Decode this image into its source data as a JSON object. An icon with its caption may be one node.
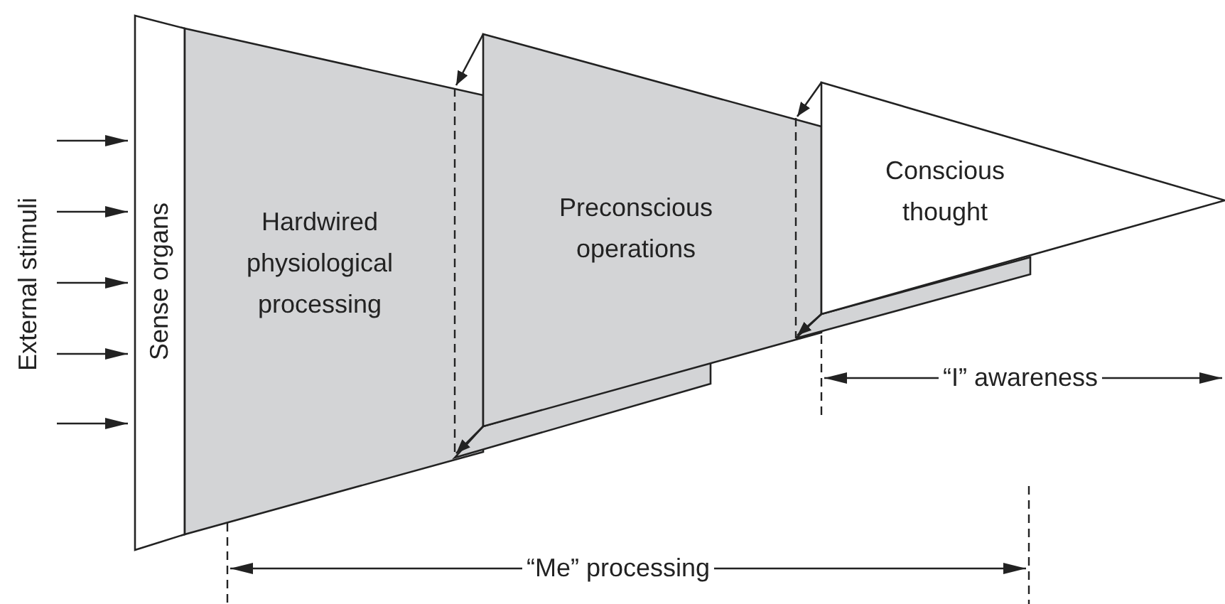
{
  "diagram": {
    "nodes": [
      {
        "text": [
          "Sense organs"
        ]
      },
      {
        "text": [
          "Hardwired physiological processing"
        ]
      },
      {
        "text": [
          "Preconscious operations"
        ]
      },
      {
        "text": [
          "Conscious thought"
        ]
      }
    ],
    "edges": [
      {
        "from": null,
        "to": 0,
        "arrow": "to"
      },
      {
        "from": null,
        "to": 0,
        "arrow": "to"
      },
      {
        "from": null,
        "to": 0,
        "arrow": "to"
      },
      {
        "from": null,
        "to": 0,
        "arrow": "to"
      },
      {
        "from": null,
        "to": 0,
        "arrow": "to"
      },
      {
        "from": 2,
        "to": 1,
        "arrow": "to"
      },
      {
        "from": 2,
        "to": 1,
        "arrow": "to"
      },
      {
        "from": 3,
        "to": 2,
        "arrow": "to"
      },
      {
        "from": 3,
        "to": 2,
        "arrow": "to"
      }
    ],
    "labels": [
      "External stimuli",
      "“I” awareness",
      "“Me” processing"
    ]
  }
}
